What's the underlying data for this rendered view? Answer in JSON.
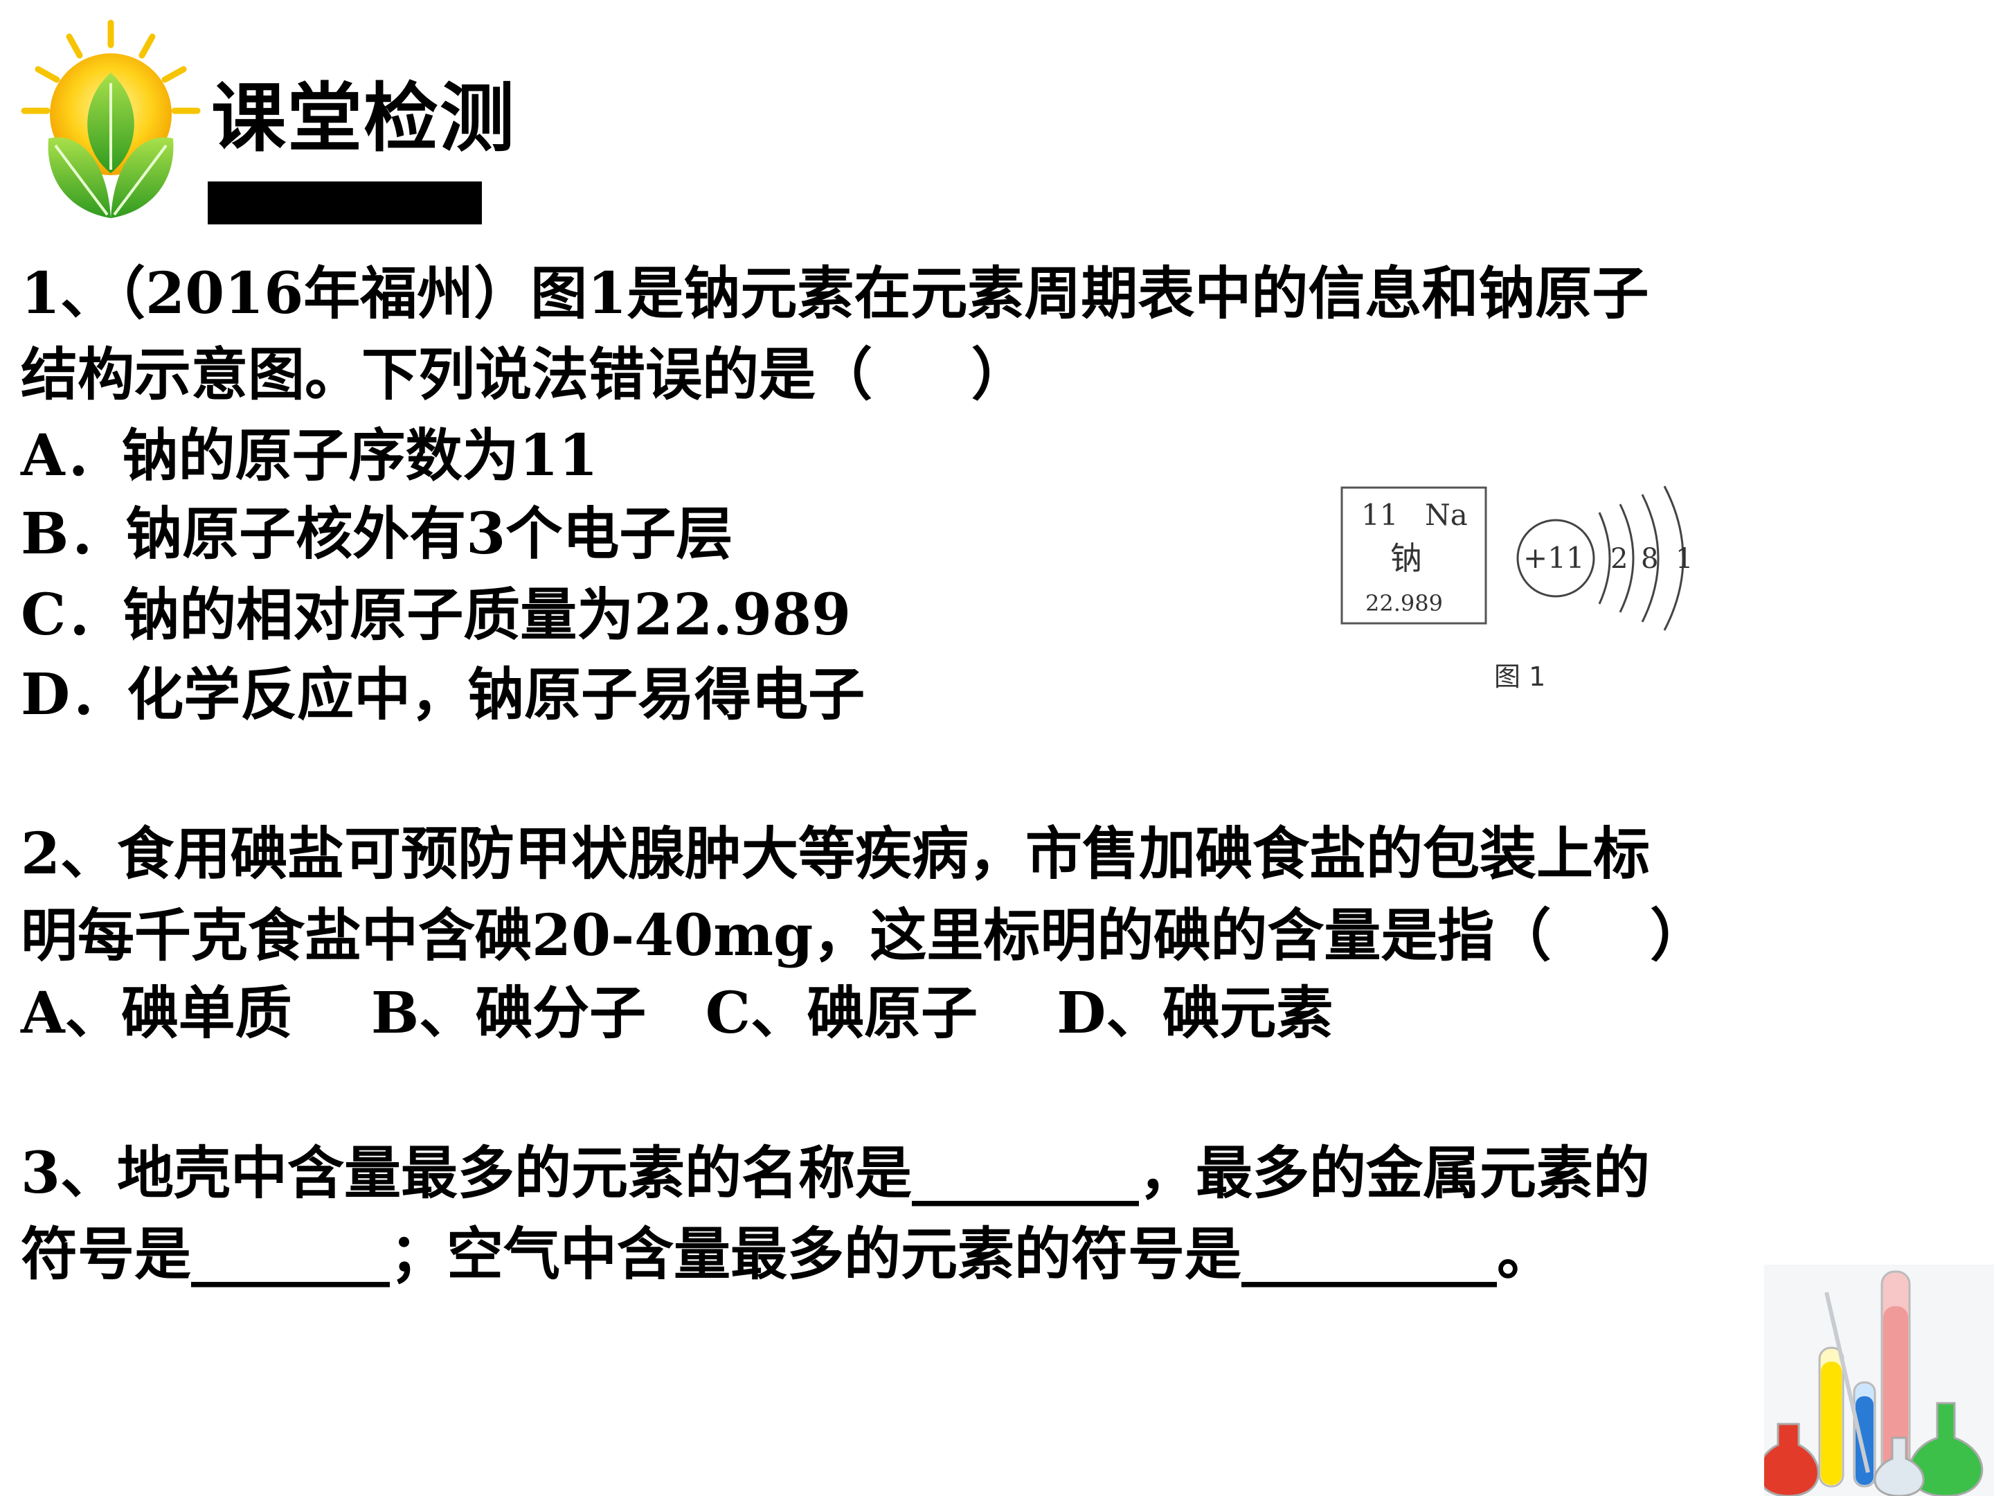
{
  "header": {
    "title": "课堂检测"
  },
  "q1": {
    "line1": "1、（2016年福州）图1是钠元素在元素周期表中的信息和钠原子",
    "line2": "结构示意图。下列说法错误的是（     ）",
    "optA": "A．钠的原子序数为11",
    "optB": "B．钠原子核外有3个电子层",
    "optC": "C．钠的相对原子质量为22.989",
    "optD": "D．化学反应中，钠原子易得电子",
    "figure": {
      "number": "11",
      "symbol": "Na",
      "name": "钠",
      "mass": "22.989",
      "nucleus": "+11",
      "shells": [
        "2",
        "8",
        "1"
      ],
      "caption": "图 1"
    }
  },
  "q2": {
    "line1": "2、食用碘盐可预防甲状腺肿大等疾病，市售加碘食盐的包装上标",
    "line2": "明每千克食盐中含碘20-40mg，这里标明的碘的含量是指（     ）",
    "options": "A、碘单质    B、碘分子   C、碘原子    D、碘元素"
  },
  "q3": {
    "line1": "3、地壳中含量最多的元素的名称是________，最多的金属元素的",
    "line2": "符号是_______；空气中含量最多的元素的符号是_________。"
  },
  "icons": {
    "logo": "sun-leaf-logo-icon",
    "decor": "lab-glassware-icon"
  }
}
